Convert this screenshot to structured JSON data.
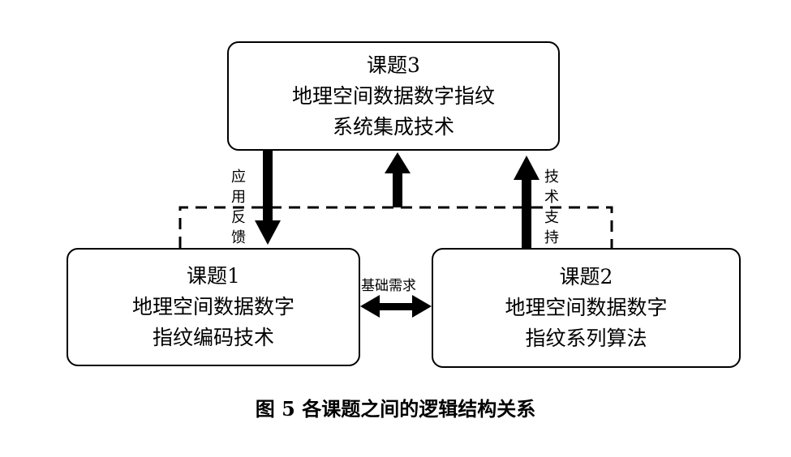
{
  "box3": {
    "lines": [
      "课题3",
      "地理空间数据数字指纹",
      "系统集成技术"
    ]
  },
  "box1": {
    "lines": [
      "课题1",
      "地理空间数据数字",
      "指纹编码技术"
    ]
  },
  "box2": {
    "lines": [
      "课题2",
      "地理空间数据数字",
      "指纹系列算法"
    ]
  },
  "labels": {
    "feedback": "应用反馈",
    "support": "技术支持",
    "basic_needs": "基础需求"
  },
  "caption": "图 5  各课题之间的逻辑结构关系"
}
